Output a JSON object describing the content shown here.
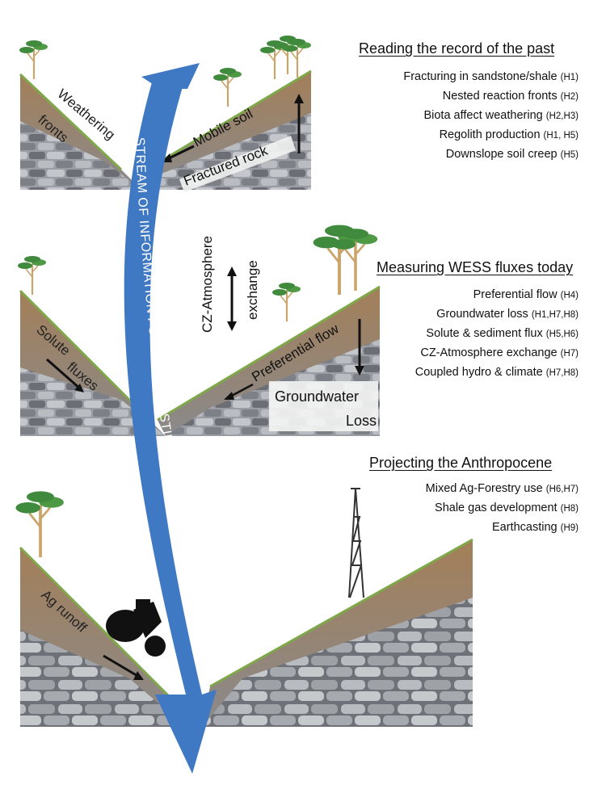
{
  "stream_label": "STREAM OF INFORMATION FOR EARTHCASTING",
  "panels": [
    {
      "heading": "Reading the record of the past",
      "hypotheses": [
        {
          "text": "Fracturing in sandstone/shale",
          "codes": "(H1)"
        },
        {
          "text": "Nested reaction fronts",
          "codes": "(H2)"
        },
        {
          "text": "Biota affect weathering",
          "codes": "(H2,H3)"
        },
        {
          "text": "Regolith production",
          "codes": " (H1, H5)"
        },
        {
          "text": "Downslope soil creep",
          "codes": "(H5)"
        }
      ],
      "labels": {
        "weathering_fronts_1": "Weathering",
        "weathering_fronts_2": "fronts",
        "mobile_soil": "Mobile soil",
        "fractured_rock": "Fractured rock"
      }
    },
    {
      "heading": "Measuring WESS fluxes today",
      "hypotheses": [
        {
          "text": "Preferential flow",
          "codes": "(H4)"
        },
        {
          "text": "Groundwater loss",
          "codes": "(H1,H7,H8)"
        },
        {
          "text": "Solute  & sediment flux",
          "codes": "(H5,H6)"
        },
        {
          "text": "CZ-Atmosphere exchange",
          "codes": "(H7)"
        },
        {
          "text": "Coupled hydro & climate",
          "codes": "(H7,H8)"
        }
      ],
      "labels": {
        "cz_atm_1": "CZ-Atmosphere",
        "cz_atm_2": "exchange",
        "solute_fluxes_1": "Solute",
        "solute_fluxes_2": "fluxes",
        "preferential_flow": "Preferential flow",
        "groundwater_1": "Groundwater",
        "groundwater_2": "Loss"
      }
    },
    {
      "heading": "Projecting the Anthropocene",
      "hypotheses": [
        {
          "text": "Mixed Ag-Forestry use",
          "codes": "(H6,H7)"
        },
        {
          "text": "Shale gas development",
          "codes": "(H8)"
        },
        {
          "text": "Earthcasting",
          "codes": "(H9)"
        }
      ],
      "labels": {
        "ag_runoff": "Ag runoff"
      }
    }
  ],
  "colors": {
    "stream": "#3f78c3",
    "soil": "#a9855e",
    "soil_dark": "#8b6a48",
    "rock": "#8c9096",
    "rock_dark": "#5e6167",
    "grass": "#7fa84a",
    "tree_leaf": "#3f8a3c",
    "trunk": "#c7a06a"
  }
}
